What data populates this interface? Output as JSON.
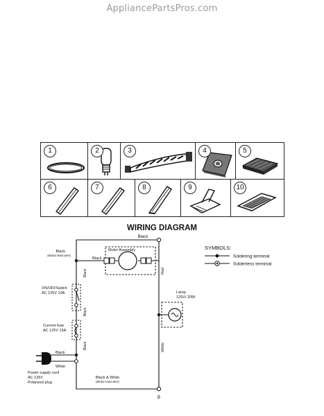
{
  "watermark": "AppliancePartsPros.com",
  "parts": [
    {
      "number": "1",
      "icon": "belt-icon"
    },
    {
      "number": "2",
      "icon": "bulb-icon"
    },
    {
      "number": "3",
      "icon": "brushroll-icon"
    },
    {
      "number": "4",
      "icon": "bag-icon"
    },
    {
      "number": "5",
      "icon": "filter-icon"
    },
    {
      "number": "6",
      "icon": "wand-icon"
    },
    {
      "number": "7",
      "icon": "wand-icon"
    },
    {
      "number": "8",
      "icon": "crevice-tool-icon"
    },
    {
      "number": "9",
      "icon": "upholstery-tool-icon"
    },
    {
      "number": "10",
      "icon": "dust-brush-icon"
    }
  ],
  "wiring": {
    "title": "WIRING DIAGRAM",
    "labels": {
      "top_black": "Black",
      "motor_lead_black": "Black",
      "motor_lead_note": "(Motor lead wire)",
      "motor_assembly": "Motor Assembly",
      "inner_black": "Black",
      "left_black_1": "Black",
      "switch": "ON/OFFSwitch",
      "switch_rating": "AC 125V 10A",
      "left_black_2": "Black",
      "fuse": "Current fuse",
      "fuse_rating": "AC 125V 15A",
      "left_black_3": "Black",
      "red": "Red",
      "lamp": "Lamp",
      "lamp_rating": "125V/ 20W",
      "white_right": "White",
      "plug_black": "Black",
      "plug_white": "White",
      "cord_1": "Power supply cord",
      "cord_2": "AC 125V",
      "cord_3": "Polarized plug",
      "bottom": "Black & White",
      "bottom_note": "(Motor lead wire)"
    },
    "symbols": {
      "heading": "SYMBOLS:",
      "soldering": "Soldering terminal",
      "solderless": "Solderless terminal"
    },
    "page_number": "8"
  }
}
